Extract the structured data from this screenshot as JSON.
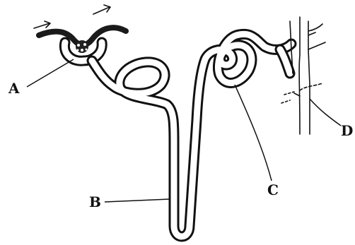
{
  "labels": {
    "a": "A",
    "b": "B",
    "c": "C",
    "d": "D"
  },
  "icons": {
    "flow_arrows": "arrow-right-icon"
  }
}
